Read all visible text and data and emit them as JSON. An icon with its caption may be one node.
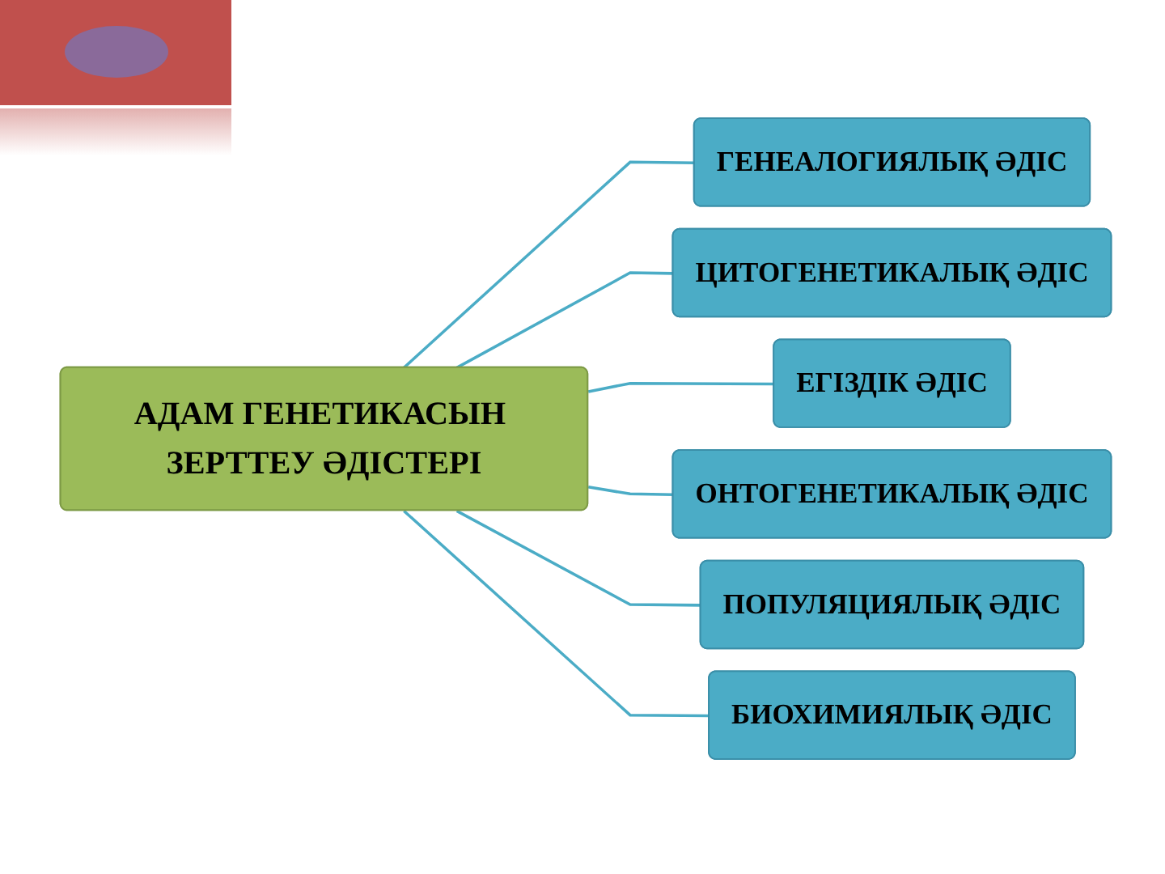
{
  "diagram": {
    "nodes": [
      {
        "text": [
          "АДАМ ГЕНЕТИКАСЫН ЗЕРТТЕУ ӘДІСТЕРІ"
        ]
      },
      {
        "text": [
          "ГЕНЕАЛОГИЯЛЫҚ ӘДІС"
        ]
      },
      {
        "text": [
          "ЦИТОГЕНЕТИКАЛЫҚ ӘДІС"
        ]
      },
      {
        "text": [
          "ЕГІЗДІК ӘДІС"
        ]
      },
      {
        "text": [
          "ОНТОГЕНЕТИКАЛЫҚ ӘДІС"
        ]
      },
      {
        "text": [
          "ПОПУЛЯЦИЯЛЫҚ ӘДІС"
        ]
      },
      {
        "text": [
          "БИОХИМИЯЛЫҚ ӘДІС"
        ]
      }
    ],
    "edges": [
      {
        "from": 0,
        "to": 1,
        "arrow": "none"
      },
      {
        "from": 0,
        "to": 2,
        "arrow": "none"
      },
      {
        "from": 0,
        "to": 3,
        "arrow": "none"
      },
      {
        "from": 0,
        "to": 4,
        "arrow": "none"
      },
      {
        "from": 0,
        "to": 5,
        "arrow": "none"
      },
      {
        "from": 0,
        "to": 6,
        "arrow": "none"
      }
    ]
  }
}
